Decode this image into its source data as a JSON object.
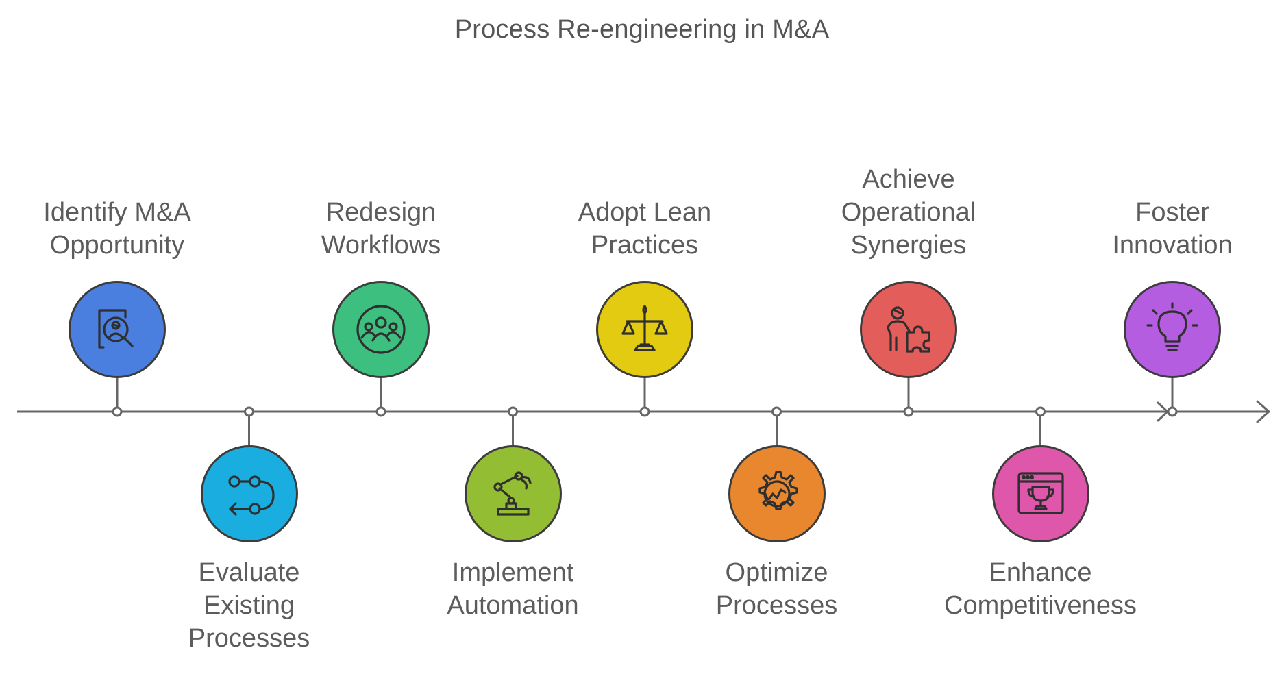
{
  "title": "Process Re-engineering in M&A",
  "steps": [
    {
      "label": "Identify M&A\nOpportunity",
      "icon": "document-search-icon",
      "color": "#4a7fe0",
      "position": "above"
    },
    {
      "label": "Evaluate\nExisting\nProcesses",
      "icon": "process-flow-icon",
      "color": "#1aaee0",
      "position": "below"
    },
    {
      "label": "Redesign\nWorkflows",
      "icon": "team-group-icon",
      "color": "#3dbf7f",
      "position": "above"
    },
    {
      "label": "Implement\nAutomation",
      "icon": "robotic-arm-icon",
      "color": "#93be33",
      "position": "below"
    },
    {
      "label": "Adopt Lean\nPractices",
      "icon": "balance-scale-icon",
      "color": "#e3cb11",
      "position": "above"
    },
    {
      "label": "Optimize\nProcesses",
      "icon": "gear-chart-icon",
      "color": "#e8872e",
      "position": "below"
    },
    {
      "label": "Achieve\nOperational\nSynergies",
      "icon": "person-puzzle-icon",
      "color": "#e35d5b",
      "position": "above"
    },
    {
      "label": "Enhance\nCompetitiveness",
      "icon": "trophy-window-icon",
      "color": "#df57aa",
      "position": "below"
    },
    {
      "label": "Foster\nInnovation",
      "icon": "lightbulb-icon",
      "color": "#b55de0",
      "position": "above"
    }
  ],
  "colors": {
    "line": "#666666",
    "outline": "#3c3c3c",
    "text": "#5c5c5c"
  }
}
